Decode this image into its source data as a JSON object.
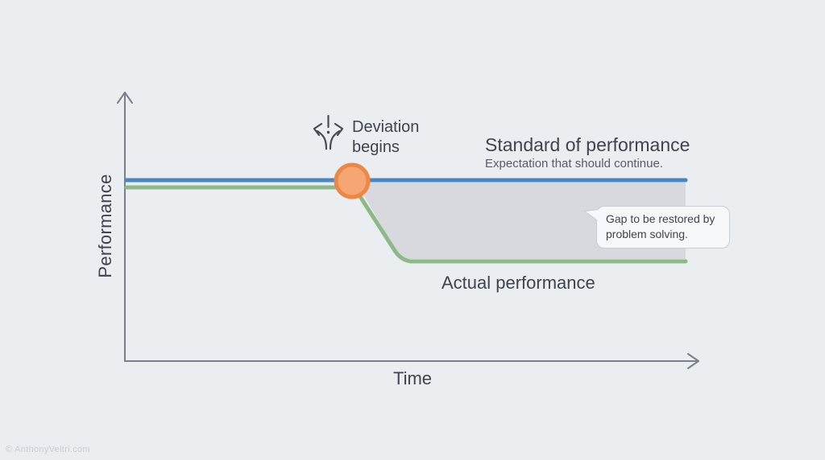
{
  "colors": {
    "background": "#ebeef1",
    "axis": "#798089",
    "standard_line": "#4886c5",
    "actual_line": "#8cb987",
    "deviation_marker_fill": "#f5a672",
    "deviation_marker_border": "#ed8743",
    "gap_fill": "#d8d9de",
    "text_primary": "#3e444e",
    "text_secondary": "#565c66",
    "callout_background": "#f7f8f9",
    "callout_border": "#c9cdd3",
    "watermark": "#c6ccd3"
  },
  "axes": {
    "x_label": "Time",
    "y_label": "Performance"
  },
  "labels": {
    "deviation": "Deviation begins",
    "standard_title": "Standard of performance",
    "standard_subtitle": "Expectation that should continue.",
    "actual": "Actual performance",
    "gap_callout": "Gap to be restored by problem solving."
  },
  "icons": {
    "deviation_branch": "branch-arrows-exclamation-icon",
    "y_axis_arrow": "arrow-up-icon",
    "x_axis_arrow": "arrow-right-icon"
  },
  "watermark": "© AnthonyVeltri.com",
  "chart_data": {
    "type": "line",
    "title": "",
    "xlabel": "Time",
    "ylabel": "Performance",
    "axis_ticks": "none",
    "grid": false,
    "legend_position": "inline-annotations",
    "x_range_normalized": [
      0,
      1
    ],
    "y_range_normalized": [
      0,
      1
    ],
    "series": [
      {
        "name": "Standard of performance",
        "annotation": "Expectation that should continue.",
        "color": "#4886c5",
        "points_normalized": [
          [
            0.0,
            0.67
          ],
          [
            0.98,
            0.67
          ]
        ]
      },
      {
        "name": "Actual performance",
        "color": "#8cb987",
        "points_normalized": [
          [
            0.0,
            0.65
          ],
          [
            0.4,
            0.65
          ],
          [
            0.48,
            0.37
          ],
          [
            0.98,
            0.37
          ]
        ]
      }
    ],
    "markers": [
      {
        "label": "Deviation begins",
        "shape": "circle",
        "x_normalized": 0.4,
        "y_normalized": 0.67,
        "fill": "#f5a672",
        "stroke": "#ed8743"
      }
    ],
    "shaded_region": {
      "label": "Gap to be restored by problem solving.",
      "between": [
        "Standard of performance",
        "Actual performance"
      ],
      "fill": "#d8d9de"
    }
  }
}
